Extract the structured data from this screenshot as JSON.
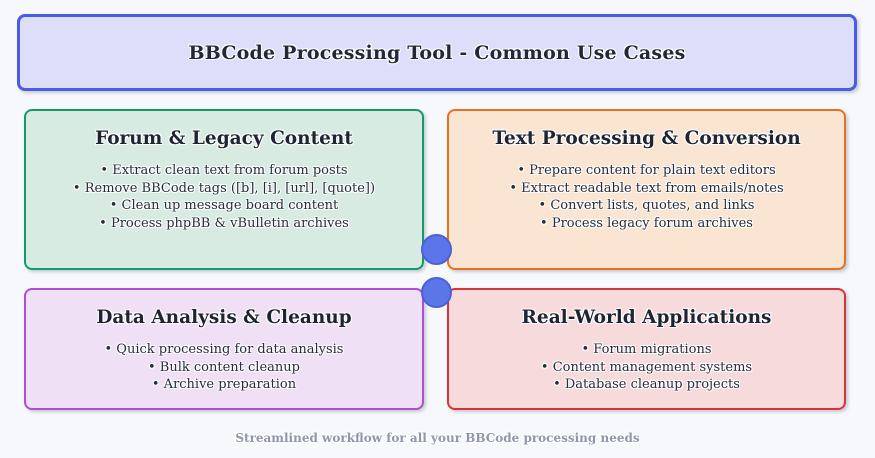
{
  "page": {
    "background": "#f7f8fb",
    "footer": "Streamlined workflow for all your BBCode processing needs",
    "footer_color": "#8e96a8",
    "text_color": "#232836"
  },
  "header": {
    "title": "BBCode Processing Tool - Common Use Cases",
    "background": "#dcdefa",
    "border_color": "#4a5ce0"
  },
  "boxes": [
    {
      "title": "Forum & Legacy Content",
      "bullets": [
        "• Extract clean text from forum posts",
        "• Remove BBCode tags ([b], [i], [url], [quote])",
        "• Clean up message board content",
        "• Process phpBB & vBulletin archives"
      ],
      "background": "#d8ebe2",
      "border_color": "#149968"
    },
    {
      "title": "Text Processing & Conversion",
      "bullets": [
        "• Prepare content for plain text editors",
        "• Extract readable text from emails/notes",
        "• Convert lists, quotes, and links",
        "• Process legacy forum archives"
      ],
      "background": "#f9e5d2",
      "border_color": "#e5731d"
    },
    {
      "title": "Data Analysis & Cleanup",
      "bullets": [
        "• Quick processing for data analysis",
        "• Bulk content cleanup",
        "• Archive preparation"
      ],
      "background": "#efe0f5",
      "border_color": "#aa4fd4"
    },
    {
      "title": "Real-World Applications",
      "bullets": [
        "• Forum migrations",
        "• Content management systems",
        "• Database cleanup projects"
      ],
      "background": "#f7dbdc",
      "border_color": "#d63438"
    }
  ],
  "connectors": {
    "fill": "#5b76e8",
    "border_color": "#4c61d6"
  }
}
